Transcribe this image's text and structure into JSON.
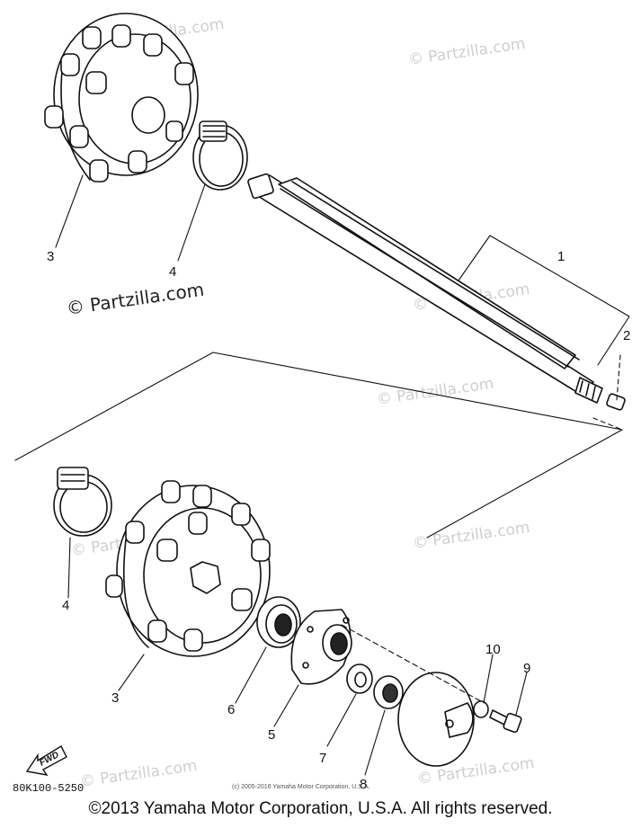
{
  "watermarks": [
    "© Partzilla.com",
    "© Partzilla.com",
    "© Partzilla.com",
    "© Partzilla.com",
    "© Partzilla.com",
    "© Partzilla.com",
    "© Partzilla.com",
    "© Partzilla.com"
  ],
  "watermark_dark": "© Partzilla.com",
  "callouts": {
    "shaft": "1",
    "nut_end": "2",
    "sprocket_upper": "3",
    "band_upper": "4",
    "band_lower": "4",
    "sprocket_lower": "3",
    "bearing": "6",
    "housing": "5",
    "washer": "7",
    "spacer": "8",
    "bolt": "9",
    "lock_washer": "10"
  },
  "fwd_label": "FWD",
  "part_code": "80K100-5250",
  "small_copyright": "(c) 2005-2016 Yamaha Motor Corporation, U.S.A.",
  "copyright": "©2013 Yamaha Motor Corporation, U.S.A. All rights reserved."
}
